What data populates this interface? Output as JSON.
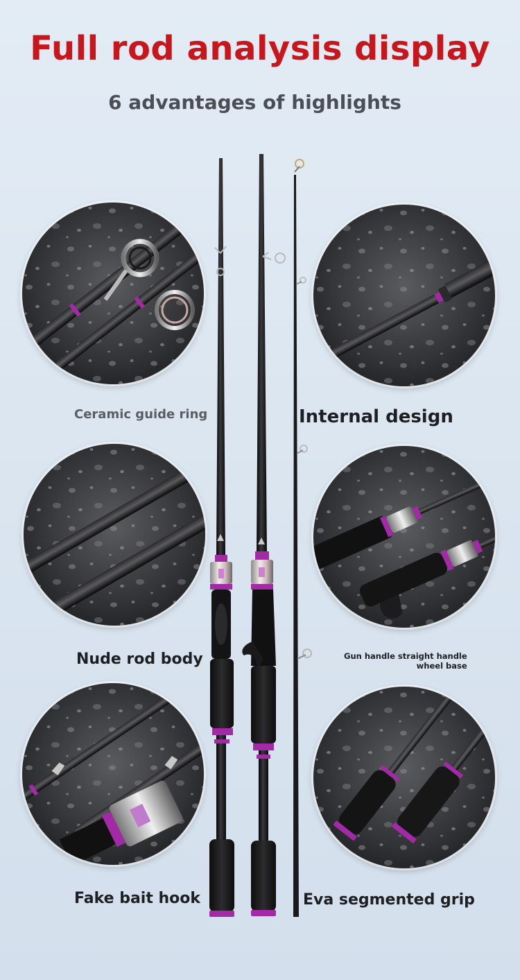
{
  "header": {
    "title": "Full rod analysis display",
    "subtitle": "6 advantages of highlights"
  },
  "features": [
    {
      "label": "Ceramic guide ring"
    },
    {
      "label": "Internal design"
    },
    {
      "label": "Nude rod body"
    },
    {
      "label": "Gun handle straight handle",
      "label2": "wheel base"
    },
    {
      "label": "Fake bait hook"
    },
    {
      "label": "Eva segmented grip"
    }
  ],
  "colors": {
    "title": "#c8171c",
    "subtitle": "#4a4f56",
    "accent_purple": "#a22aa6",
    "carbon": "#1b1b1d",
    "background": "#dde7f1"
  }
}
